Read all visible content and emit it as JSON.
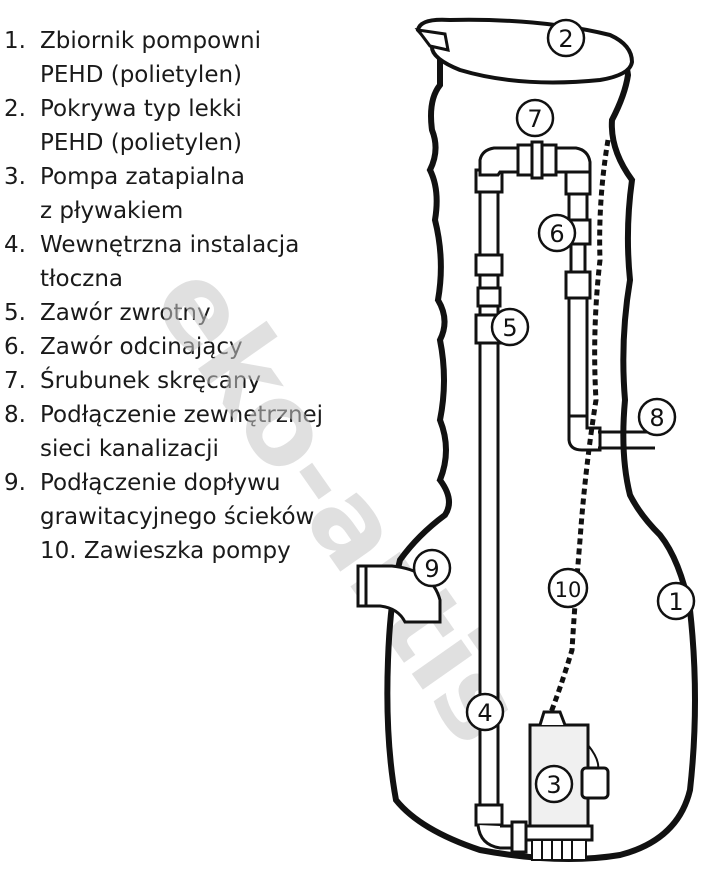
{
  "legend": [
    {
      "num": "1.",
      "lines": [
        "Zbiornik pompowni",
        "PEHD (polietylen)"
      ]
    },
    {
      "num": "2.",
      "lines": [
        "Pokrywa typ lekki",
        "PEHD (polietylen)"
      ]
    },
    {
      "num": "3.",
      "lines": [
        "Pompa zatapialna",
        "z pływakiem"
      ]
    },
    {
      "num": "4.",
      "lines": [
        "Wewnętrzna instalacja",
        "tłoczna"
      ]
    },
    {
      "num": "5.",
      "lines": [
        "Zawór zwrotny"
      ]
    },
    {
      "num": "6.",
      "lines": [
        "Zawór odcinający"
      ]
    },
    {
      "num": "7.",
      "lines": [
        "Śrubunek skręcany"
      ]
    },
    {
      "num": "8.",
      "lines": [
        "Podłączenie zewnętrznej",
        "sieci kanalizacji"
      ]
    },
    {
      "num": "9.",
      "lines": [
        "Podłączenie dopływu",
        "grawitacyjnego ścieków"
      ]
    },
    {
      "num": "10.",
      "lines": [
        "Zawieszka pompy"
      ]
    }
  ],
  "callouts": [
    "1",
    "2",
    "3",
    "4",
    "5",
    "6",
    "7",
    "8",
    "9",
    "10"
  ],
  "watermark": "eko-artis",
  "colors": {
    "line": "#111111",
    "watermark": "#c8c8c8"
  }
}
